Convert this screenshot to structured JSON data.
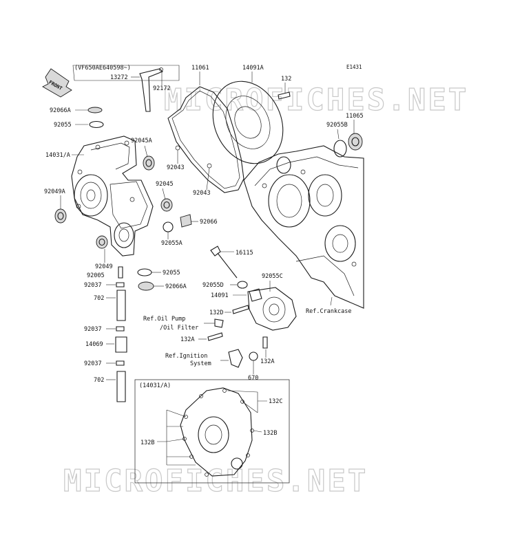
{
  "diagram_id": "E1431",
  "front_label": "FRONT",
  "watermark": "MICROFICHES.NET",
  "inset_title": "(14031/A)",
  "serial_note": "(VF650AE640598~)",
  "refs": {
    "oil_pump_line1": "Ref.Oil Pump",
    "oil_pump_line2": "/Oil Filter",
    "ignition_line1": "Ref.Ignition",
    "ignition_line2": "System",
    "crankcase": "Ref.Crankcase"
  },
  "labels": {
    "p13272": "13272",
    "p92172": "92172",
    "p11061": "11061",
    "p14091A": "14091A",
    "p132": "132",
    "p11065": "11065",
    "p92055B": "92055B",
    "p92066A_top": "92066A",
    "p92055_top": "92055",
    "p14031A": "14031/A",
    "p92045A": "92045A",
    "p92043_a": "92043",
    "p92043_b": "92043",
    "p92049A": "92049A",
    "p92045": "92045",
    "p92066": "92066",
    "p92055A": "92055A",
    "p16115": "16115",
    "p92049": "92049",
    "p92005": "92005",
    "p92055_mid": "92055",
    "p92037_a": "92037",
    "p92066A_mid": "92066A",
    "p92055D": "92055D",
    "p92055C": "92055C",
    "p14091": "14091",
    "p702_a": "702",
    "p132D": "132D",
    "p92037_b": "92037",
    "p132A_a": "132A",
    "p14069": "14069",
    "p132A_b": "132A",
    "p92037_c": "92037",
    "p670": "670",
    "p702_b": "702",
    "p132C": "132C",
    "p132B_left": "132B",
    "p132B_right": "132B"
  }
}
